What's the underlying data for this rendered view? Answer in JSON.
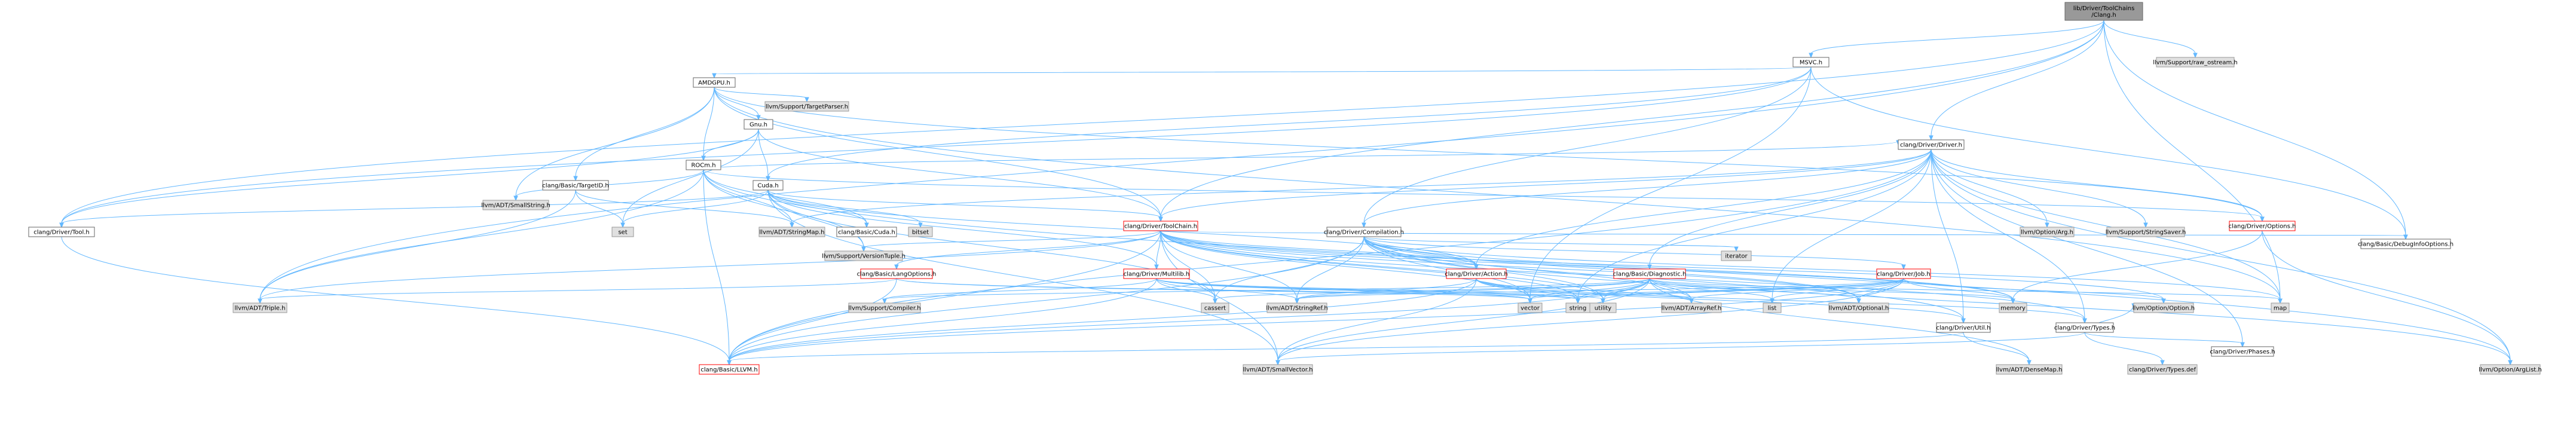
{
  "graph": {
    "root": "lib/Driver/ToolChains/Clang.h",
    "colors": {
      "edge": "#63b8ff",
      "root_fill": "#999999",
      "root_border": "#666666",
      "documented_fill": "#ffffff",
      "documented_border": "#666666",
      "error_border": "#ff0000",
      "external_fill": "#e0e0e0",
      "external_border": "#999999"
    },
    "nodes": [
      {
        "id": "root",
        "label": "lib/Driver/ToolChains\n/Clang.h",
        "kind": "root"
      },
      {
        "id": "msvc",
        "label": "MSVC.h",
        "kind": "documented"
      },
      {
        "id": "rawostream",
        "label": "llvm/Support/raw_ostream.h",
        "kind": "external"
      },
      {
        "id": "amdgpu",
        "label": "AMDGPU.h",
        "kind": "documented"
      },
      {
        "id": "gnu",
        "label": "Gnu.h",
        "kind": "documented"
      },
      {
        "id": "targetparser",
        "label": "llvm/Support/TargetParser.h",
        "kind": "external"
      },
      {
        "id": "rocm",
        "label": "ROCm.h",
        "kind": "documented"
      },
      {
        "id": "targetid",
        "label": "clang/Basic/TargetID.h",
        "kind": "documented"
      },
      {
        "id": "smallstring",
        "label": "llvm/ADT/SmallString.h",
        "kind": "external"
      },
      {
        "id": "tool",
        "label": "clang/Driver/Tool.h",
        "kind": "documented"
      },
      {
        "id": "set",
        "label": "set",
        "kind": "external"
      },
      {
        "id": "cuda",
        "label": "Cuda.h",
        "kind": "documented"
      },
      {
        "id": "stringmap",
        "label": "llvm/ADT/StringMap.h",
        "kind": "external"
      },
      {
        "id": "basiccuda",
        "label": "clang/Basic/Cuda.h",
        "kind": "documented"
      },
      {
        "id": "bitset",
        "label": "bitset",
        "kind": "external"
      },
      {
        "id": "versiontuple",
        "label": "llvm/Support/VersionTuple.h",
        "kind": "external"
      },
      {
        "id": "driver",
        "label": "clang/Driver/Driver.h",
        "kind": "documented"
      },
      {
        "id": "toolchain",
        "label": "clang/Driver/ToolChain.h",
        "kind": "error"
      },
      {
        "id": "compilation",
        "label": "clang/Driver/Compilation.h",
        "kind": "documented"
      },
      {
        "id": "optionarg",
        "label": "llvm/Option/Arg.h",
        "kind": "external"
      },
      {
        "id": "stringsaver",
        "label": "llvm/Support/StringSaver.h",
        "kind": "external"
      },
      {
        "id": "options",
        "label": "clang/Driver/Options.h",
        "kind": "error"
      },
      {
        "id": "debuginfo",
        "label": "clang/Basic/DebugInfoOptions.h",
        "kind": "documented"
      },
      {
        "id": "iterator",
        "label": "iterator",
        "kind": "external"
      },
      {
        "id": "action",
        "label": "clang/Driver/Action.h",
        "kind": "error"
      },
      {
        "id": "langoptions",
        "label": "clang/Basic/LangOptions.h",
        "kind": "error"
      },
      {
        "id": "multilib",
        "label": "clang/Driver/Multilib.h",
        "kind": "error"
      },
      {
        "id": "diagnostic",
        "label": "clang/Basic/Diagnostic.h",
        "kind": "error"
      },
      {
        "id": "job",
        "label": "clang/Driver/Job.h",
        "kind": "error"
      },
      {
        "id": "triple",
        "label": "llvm/ADT/Triple.h",
        "kind": "external"
      },
      {
        "id": "compiler",
        "label": "llvm/Support/Compiler.h",
        "kind": "external"
      },
      {
        "id": "cassert",
        "label": "cassert",
        "kind": "external"
      },
      {
        "id": "vector",
        "label": "vector",
        "kind": "external"
      },
      {
        "id": "string",
        "label": "string",
        "kind": "external"
      },
      {
        "id": "stringref",
        "label": "llvm/ADT/StringRef.h",
        "kind": "external"
      },
      {
        "id": "utility",
        "label": "utility",
        "kind": "external"
      },
      {
        "id": "arrayref",
        "label": "llvm/ADT/ArrayRef.h",
        "kind": "external"
      },
      {
        "id": "optional",
        "label": "llvm/ADT/Optional.h",
        "kind": "external"
      },
      {
        "id": "list",
        "label": "list",
        "kind": "external"
      },
      {
        "id": "memory",
        "label": "memory",
        "kind": "external"
      },
      {
        "id": "util",
        "label": "clang/Driver/Util.h",
        "kind": "documented"
      },
      {
        "id": "types",
        "label": "clang/Driver/Types.h",
        "kind": "documented"
      },
      {
        "id": "optoption",
        "label": "llvm/Option/Option.h",
        "kind": "external"
      },
      {
        "id": "map",
        "label": "map",
        "kind": "external"
      },
      {
        "id": "llvmh",
        "label": "clang/Basic/LLVM.h",
        "kind": "error"
      },
      {
        "id": "smallvector",
        "label": "llvm/ADT/SmallVector.h",
        "kind": "external"
      },
      {
        "id": "densemap",
        "label": "llvm/ADT/DenseMap.h",
        "kind": "external"
      },
      {
        "id": "typesdef",
        "label": "clang/Driver/Types.def",
        "kind": "external"
      },
      {
        "id": "phases",
        "label": "clang/Driver/Phases.h",
        "kind": "documented"
      },
      {
        "id": "arglist",
        "label": "llvm/Option/ArgList.h",
        "kind": "external"
      }
    ]
  }
}
